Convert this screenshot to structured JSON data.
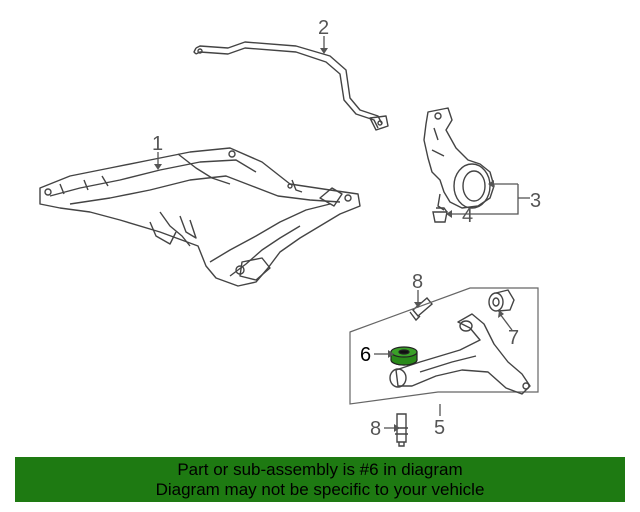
{
  "callouts": {
    "c1": "1",
    "c2": "2",
    "c3": "3",
    "c4": "4",
    "c5": "5",
    "c6": "6",
    "c7": "7",
    "c8a": "8",
    "c8b": "8"
  },
  "banner": {
    "line1": "Part or sub-assembly is #6 in diagram",
    "line2": "Diagram may not be specific to your vehicle"
  },
  "colors": {
    "banner_bg": "#1e7a12",
    "highlight_part": "#2a8a1a",
    "line_art": "#444444"
  }
}
